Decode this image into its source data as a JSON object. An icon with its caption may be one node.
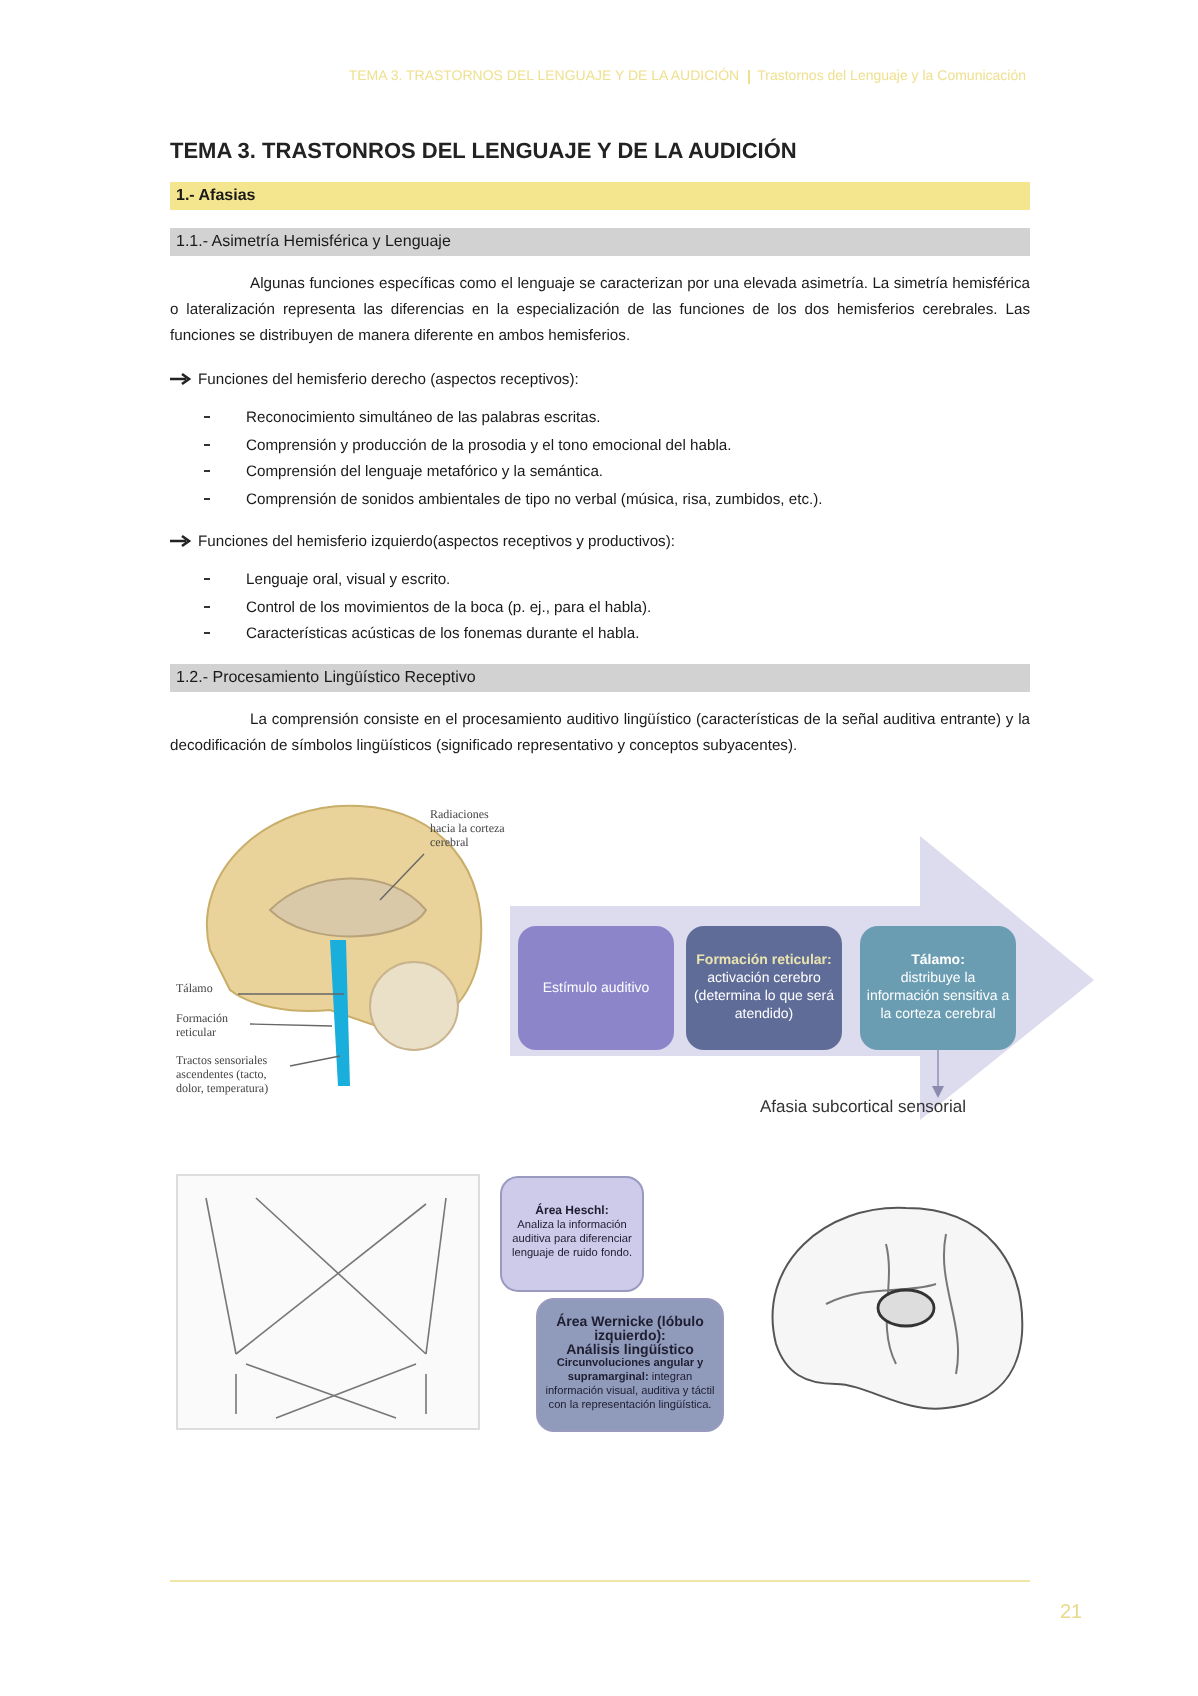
{
  "diagram": {
    "title": "TEMA 3. TRASTONROS DEL LENGUAJE Y DE LA AUDICIÓN",
    "nodes": [
      {
        "text": [],
        "shape": "picture"
      },
      {
        "text": [
          "Radiaciones hacia la corteza cerebral"
        ]
      },
      {
        "text": [
          "Tálamo"
        ]
      },
      {
        "text": [
          "Formación reticular"
        ]
      },
      {
        "text": [
          "Tractos sensoriales ascendentes (tacto, dolor, temperatura)"
        ]
      },
      {
        "text": [
          "Estímulo auditivo"
        ]
      },
      {
        "text": [
          "Formación reticular:",
          "activación cerebro (determina lo que será atendido)"
        ]
      },
      {
        "text": [
          "Tálamo:",
          "distribuye la información sensitiva a la corteza cerebral"
        ]
      },
      {
        "text": [
          "Afasia subcortical sensorial"
        ]
      },
      {
        "text": [],
        "shape": "picture"
      },
      {
        "text": [
          "Área Heschl:",
          "Analiza la información auditiva para diferenciar lenguaje de ruido fondo."
        ]
      },
      {
        "text": [
          "Área Wernicke (lóbulo izquierdo):",
          "Análisis lingüístico",
          "**Circunvoluciones angular y supramarginal:** integran información visual, auditiva y táctil con la representación lingüística."
        ]
      },
      {
        "text": [],
        "shape": "picture"
      }
    ],
    "edges": [
      {
        "from": 1,
        "to": 0,
        "arrow": "none"
      },
      {
        "from": 2,
        "to": 0,
        "arrow": "none"
      },
      {
        "from": 3,
        "to": 0,
        "arrow": "none"
      },
      {
        "from": 4,
        "to": 0,
        "arrow": "none"
      },
      {
        "from": 7,
        "to": 8,
        "arrow": "to"
      }
    ],
    "labels": [
      "TEMA 3. TRASTORNOS DEL LENGUAJE Y DE LA AUDICIÓN",
      "Trastornos del Lenguaje y la Comunicación",
      "1.- Afasias",
      "1.1.- Asimetría Hemisférica y Lenguaje",
      "Algunas funciones específicas como el lenguaje se caracterizan por una elevada asimetría. La simetría hemisférica o lateralización representa las diferencias en la especialización de las funciones de los dos hemisferios cerebrales. Las funciones se distribuyen de manera diferente en ambos hemisferios.",
      "Funciones del hemisferio derecho (aspectos receptivos):",
      "Reconocimiento simultáneo de las palabras escritas.",
      "Comprensión y producción de la prosodia y el tono emocional del habla.",
      "Comprensión del lenguaje metafórico y la semántica.",
      "Comprensión de sonidos ambientales de tipo no verbal (música, risa, zumbidos, etc.).",
      "Funciones del hemisferio izquierdo(aspectos receptivos y productivos):",
      "Lenguaje oral, visual y escrito.",
      "Control de los movimientos de la boca (p. ej., para el habla).",
      "Características acústicas de los fonemas durante el habla.",
      "1.2.- Procesamiento Lingüístico Receptivo",
      "La comprensión consiste en el procesamiento auditivo lingüístico (características de la señal auditiva entrante) y la decodificación de símbolos lingüísticos (significado representativo y conceptos subyacentes).",
      "21"
    ]
  }
}
